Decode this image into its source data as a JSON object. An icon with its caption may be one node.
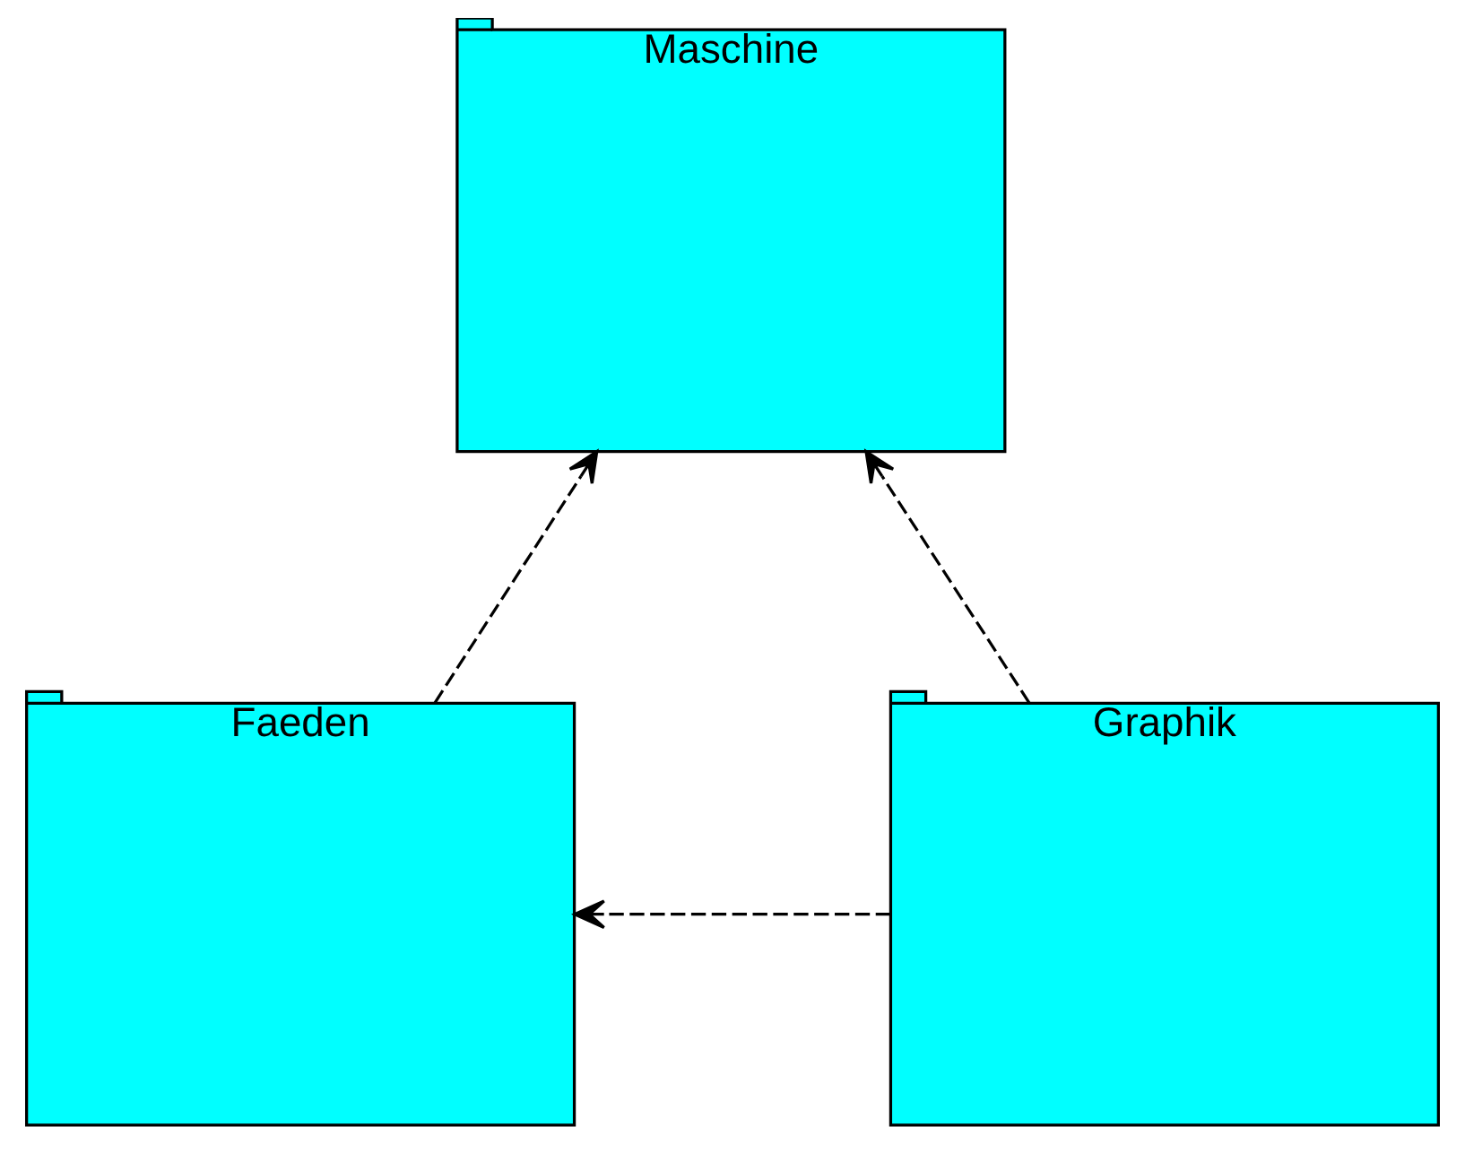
{
  "diagram": {
    "nodes": [
      {
        "text": [
          "Maschine"
        ]
      },
      {
        "text": [
          "Faeden"
        ]
      },
      {
        "text": [
          "Graphik"
        ]
      }
    ],
    "edges": [
      {
        "from": 1,
        "to": 0,
        "arrow": "to",
        "style": "dashed"
      },
      {
        "from": 2,
        "to": 0,
        "arrow": "to",
        "style": "dashed"
      },
      {
        "from": 2,
        "to": 1,
        "arrow": "to",
        "style": "dashed"
      }
    ]
  }
}
